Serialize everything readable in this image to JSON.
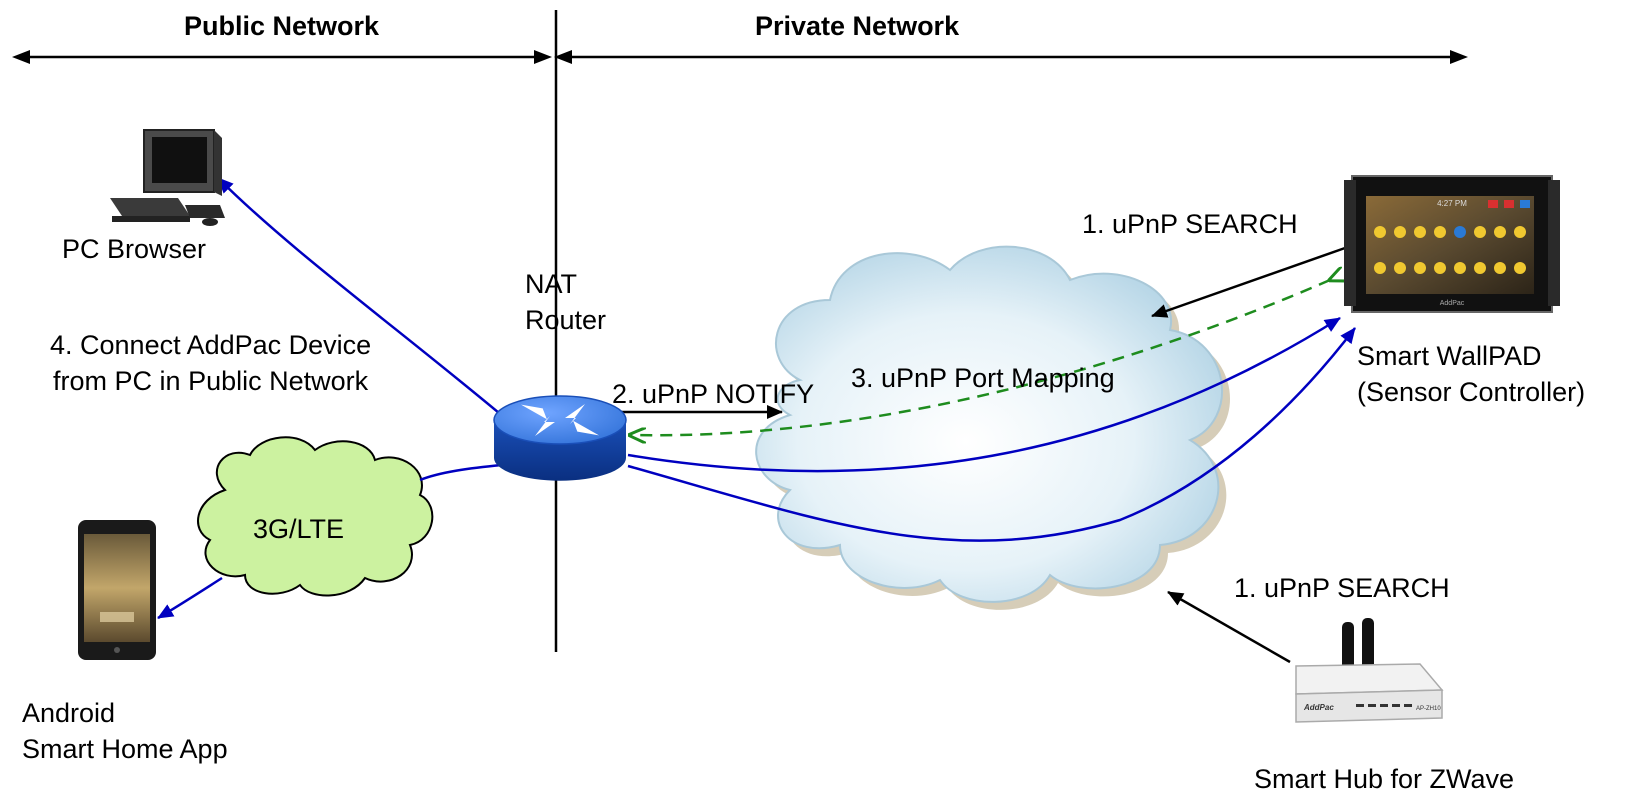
{
  "header": {
    "public_network": "Public Network",
    "private_network": "Private Network"
  },
  "devices": {
    "pc_browser": "PC Browser",
    "nat_router": "NAT\nRouter",
    "android_app": "Android\nSmart Home App",
    "wallpad": "Smart WallPAD\n(Sensor Controller)",
    "smart_hub": "Smart Hub for ZWave",
    "cellular_cloud": "3G/LTE"
  },
  "steps": {
    "search_wallpad": "1. uPnP SEARCH",
    "search_hub": "1. uPnP SEARCH",
    "notify": "2. uPnP NOTIFY",
    "port_mapping": "3. uPnP Port Mapping",
    "connect": "4. Connect AddPac Device\nfrom PC in Public Network"
  },
  "wallpad_screen": {
    "time": "4:27 PM",
    "brand": "AddPac"
  },
  "hub_face": {
    "brand": "AddPac",
    "model": "AP-ZH10"
  },
  "colors": {
    "blue_link": "#0000c0",
    "dashed_green": "#1e8c1e",
    "cellular_fill": "#ccf2a0",
    "router_blue": "#2e6fd6"
  }
}
